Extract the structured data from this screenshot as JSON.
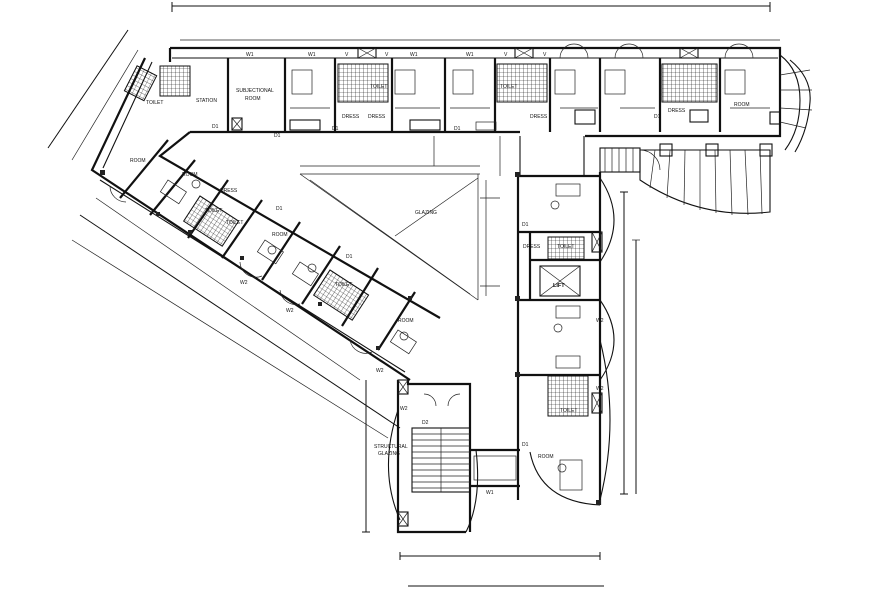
{
  "labels": {
    "nursing_station": "STATION",
    "bed_left_top": "B.ROOM",
    "subjectional_room": "SUBJECTIONAL",
    "subjectional_room_2": "ROOM",
    "toilet": "TOILET",
    "dress": "DRESS",
    "room": "ROOM",
    "lift": "LIFT",
    "structural_glazing": "STRUCTURAL",
    "structural_glazing_2": "GLAZING",
    "door": "D1",
    "door2": "D2",
    "window": "W1",
    "window2": "W2",
    "ventilator": "V"
  }
}
